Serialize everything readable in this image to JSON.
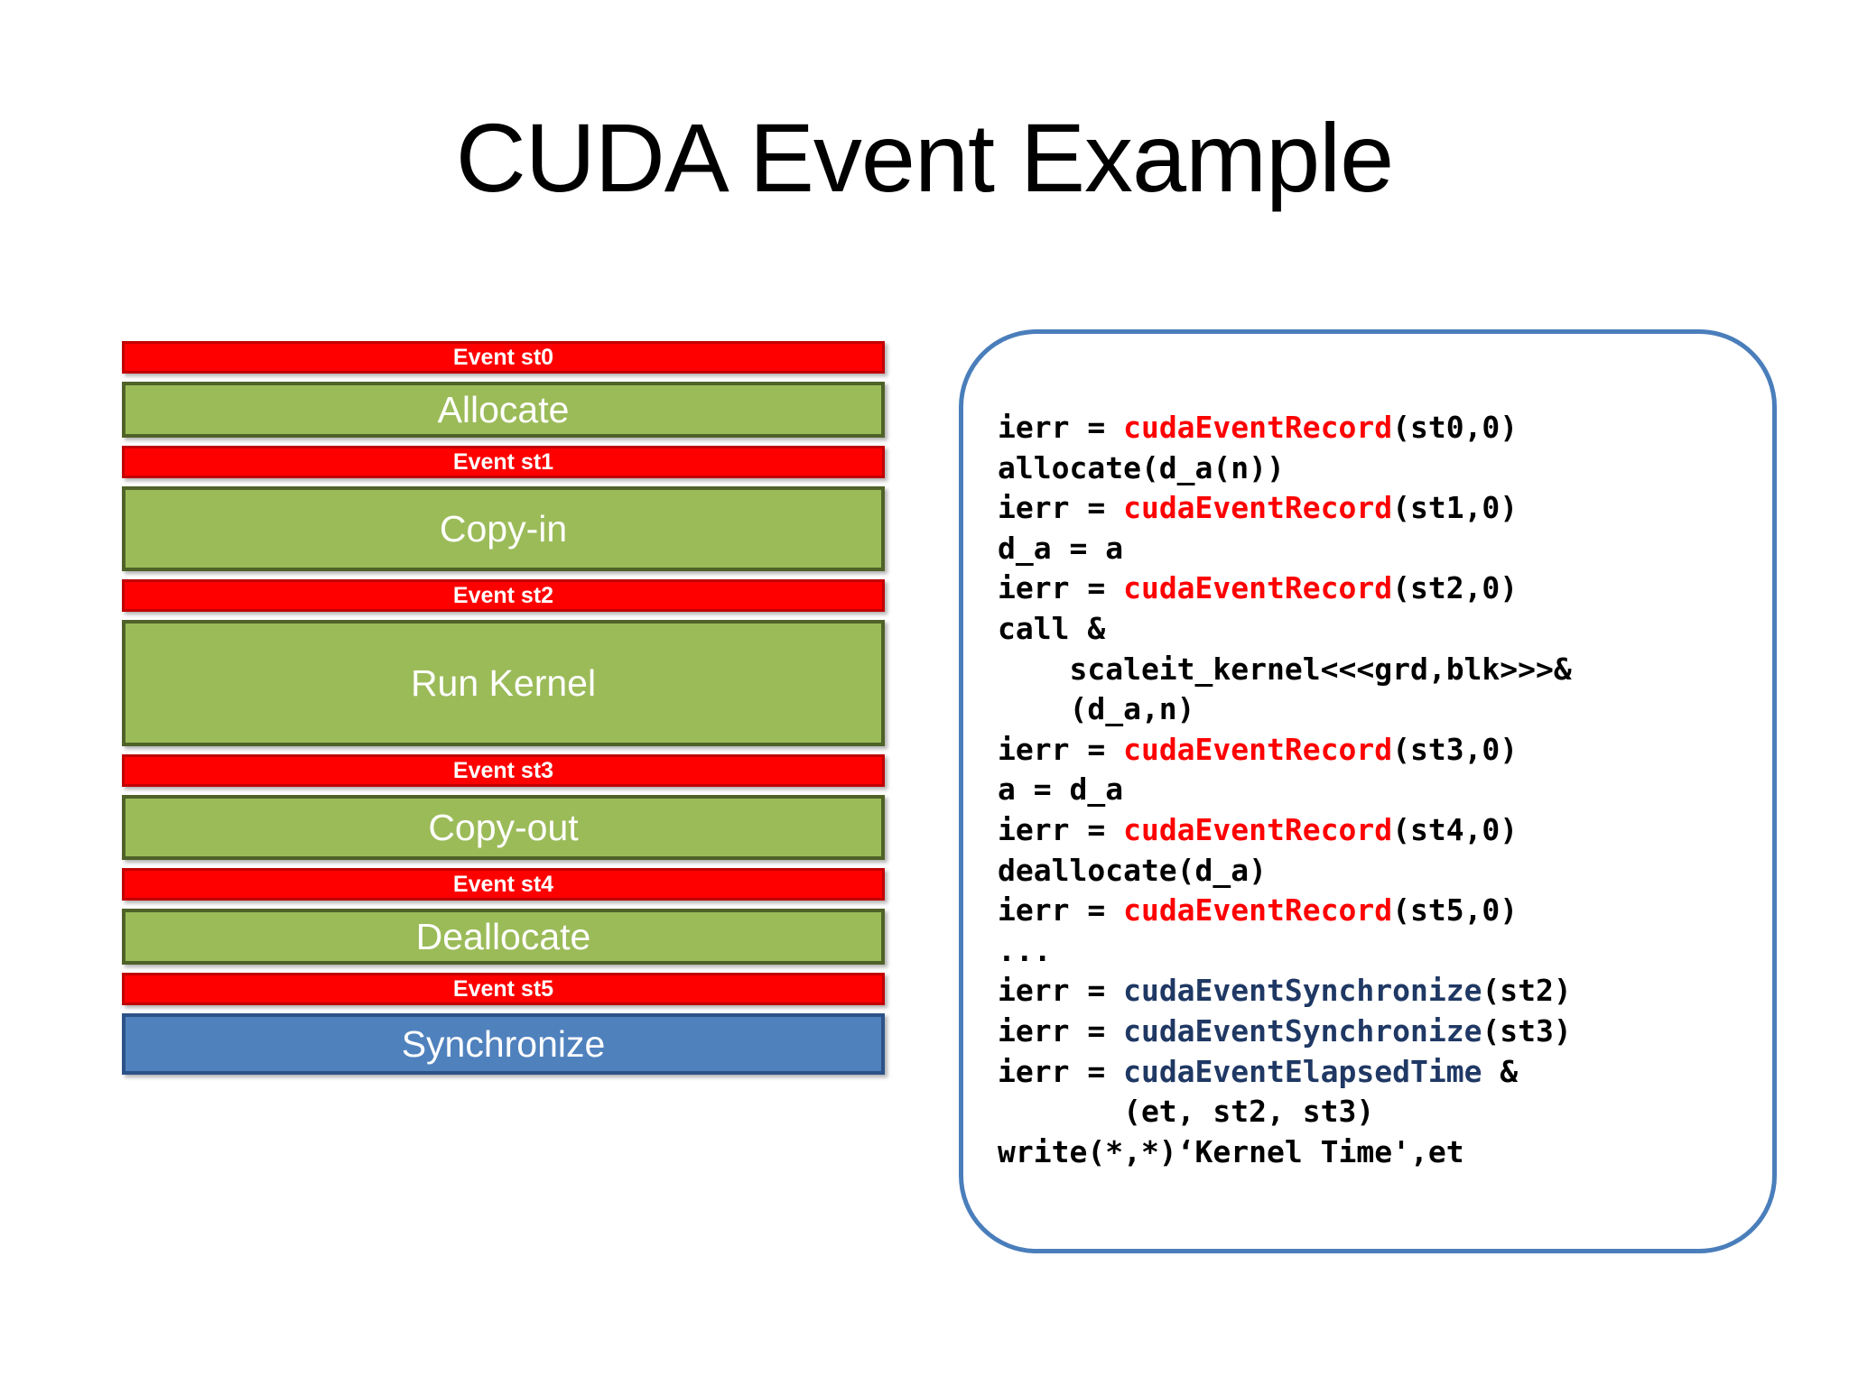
{
  "slide": {
    "title": "CUDA Event Example",
    "background": "#FFFFFF"
  },
  "colors": {
    "event_fill": "#FF0000",
    "event_border": "#C00000",
    "stage_fill": "#9BBB59",
    "stage_border": "#4F6228",
    "sync_fill": "#4F81BD",
    "sync_border": "#2C5288",
    "panel_border": "#4A7EBB",
    "code_keyword_red": "#FF0000",
    "code_keyword_blue": "#1F3864",
    "code_text": "#000000",
    "title_text": "#000000"
  },
  "flow": {
    "bars": [
      {
        "label": "Event st0",
        "kind": "event"
      },
      {
        "label": "Allocate",
        "kind": "stage"
      },
      {
        "label": "Event st1",
        "kind": "event"
      },
      {
        "label": "Copy-in",
        "kind": "stage"
      },
      {
        "label": "Event st2",
        "kind": "event"
      },
      {
        "label": "Run Kernel",
        "kind": "stage"
      },
      {
        "label": "Event st3",
        "kind": "event"
      },
      {
        "label": "Copy-out",
        "kind": "stage"
      },
      {
        "label": "Event st4",
        "kind": "event"
      },
      {
        "label": "Deallocate",
        "kind": "stage"
      },
      {
        "label": "Event st5",
        "kind": "event"
      },
      {
        "label": "Synchronize",
        "kind": "sync"
      }
    ]
  },
  "code": {
    "lines": [
      {
        "pre": "ierr = ",
        "kw": "cudaEventRecord",
        "kw_color": "red",
        "post": "(st0,0)"
      },
      {
        "pre": "allocate(d_a(n))",
        "kw": "",
        "kw_color": "",
        "post": ""
      },
      {
        "pre": "ierr = ",
        "kw": "cudaEventRecord",
        "kw_color": "red",
        "post": "(st1,0)"
      },
      {
        "pre": "d_a = a",
        "kw": "",
        "kw_color": "",
        "post": ""
      },
      {
        "pre": "ierr = ",
        "kw": "cudaEventRecord",
        "kw_color": "red",
        "post": "(st2,0)"
      },
      {
        "pre": "call &",
        "kw": "",
        "kw_color": "",
        "post": ""
      },
      {
        "pre": "    scaleit_kernel<<<grd,blk>>>&",
        "kw": "",
        "kw_color": "",
        "post": ""
      },
      {
        "pre": "    (d_a,n)",
        "kw": "",
        "kw_color": "",
        "post": ""
      },
      {
        "pre": "ierr = ",
        "kw": "cudaEventRecord",
        "kw_color": "red",
        "post": "(st3,0)"
      },
      {
        "pre": "a = d_a",
        "kw": "",
        "kw_color": "",
        "post": ""
      },
      {
        "pre": "ierr = ",
        "kw": "cudaEventRecord",
        "kw_color": "red",
        "post": "(st4,0)"
      },
      {
        "pre": "deallocate(d_a)",
        "kw": "",
        "kw_color": "",
        "post": ""
      },
      {
        "pre": "ierr = ",
        "kw": "cudaEventRecord",
        "kw_color": "red",
        "post": "(st5,0)"
      },
      {
        "pre": "...",
        "kw": "",
        "kw_color": "",
        "post": ""
      },
      {
        "pre": "ierr = ",
        "kw": "cudaEventSynchronize",
        "kw_color": "blue",
        "post": "(st2)"
      },
      {
        "pre": "ierr = ",
        "kw": "cudaEventSynchronize",
        "kw_color": "blue",
        "post": "(st3)"
      },
      {
        "pre": "ierr = ",
        "kw": "cudaEventElapsedTime",
        "kw_color": "blue",
        "post": " &"
      },
      {
        "pre": "       (et, st2, st3)",
        "kw": "",
        "kw_color": "",
        "post": ""
      },
      {
        "pre": "write(*,*)‘Kernel Time',et",
        "kw": "",
        "kw_color": "",
        "post": ""
      }
    ]
  }
}
